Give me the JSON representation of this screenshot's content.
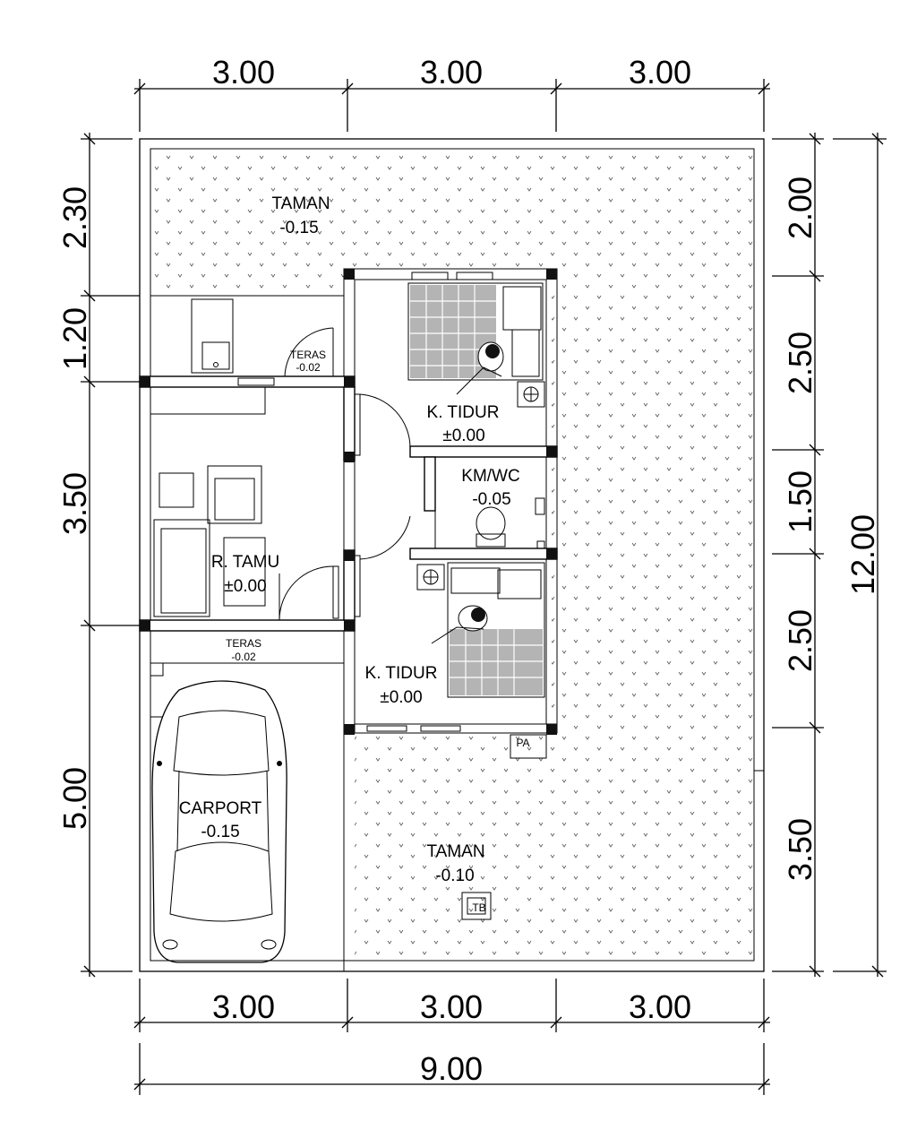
{
  "dimensions": {
    "top": [
      "3.00",
      "3.00",
      "3.00"
    ],
    "bottom": [
      "3.00",
      "3.00",
      "3.00"
    ],
    "bottom_total": "9.00",
    "left": [
      "2.30",
      "1.20",
      "3.50",
      "5.00"
    ],
    "right": [
      "2.00",
      "2.50",
      "1.50",
      "2.50",
      "3.50"
    ],
    "right_total": "12.00"
  },
  "rooms": {
    "taman_top": {
      "name": "TAMAN",
      "level": "-0.15"
    },
    "teras_top": {
      "name": "TERAS",
      "level": "-0.02"
    },
    "bedroom_1": {
      "name": "K. TIDUR",
      "level": "±0.00"
    },
    "bathroom": {
      "name": "KM/WC",
      "level": "-0.05"
    },
    "living": {
      "name": "R. TAMU",
      "level": "±0.00"
    },
    "teras_mid": {
      "name": "TERAS",
      "level": "-0.02"
    },
    "bedroom_2": {
      "name": "K. TIDUR",
      "level": "±0.00"
    },
    "carport": {
      "name": "CARPORT",
      "level": "-0.15"
    },
    "taman_bottom": {
      "name": "TAMAN",
      "level": "-0.10"
    }
  },
  "fixtures": {
    "pa": "PA",
    "tb": "TB"
  }
}
